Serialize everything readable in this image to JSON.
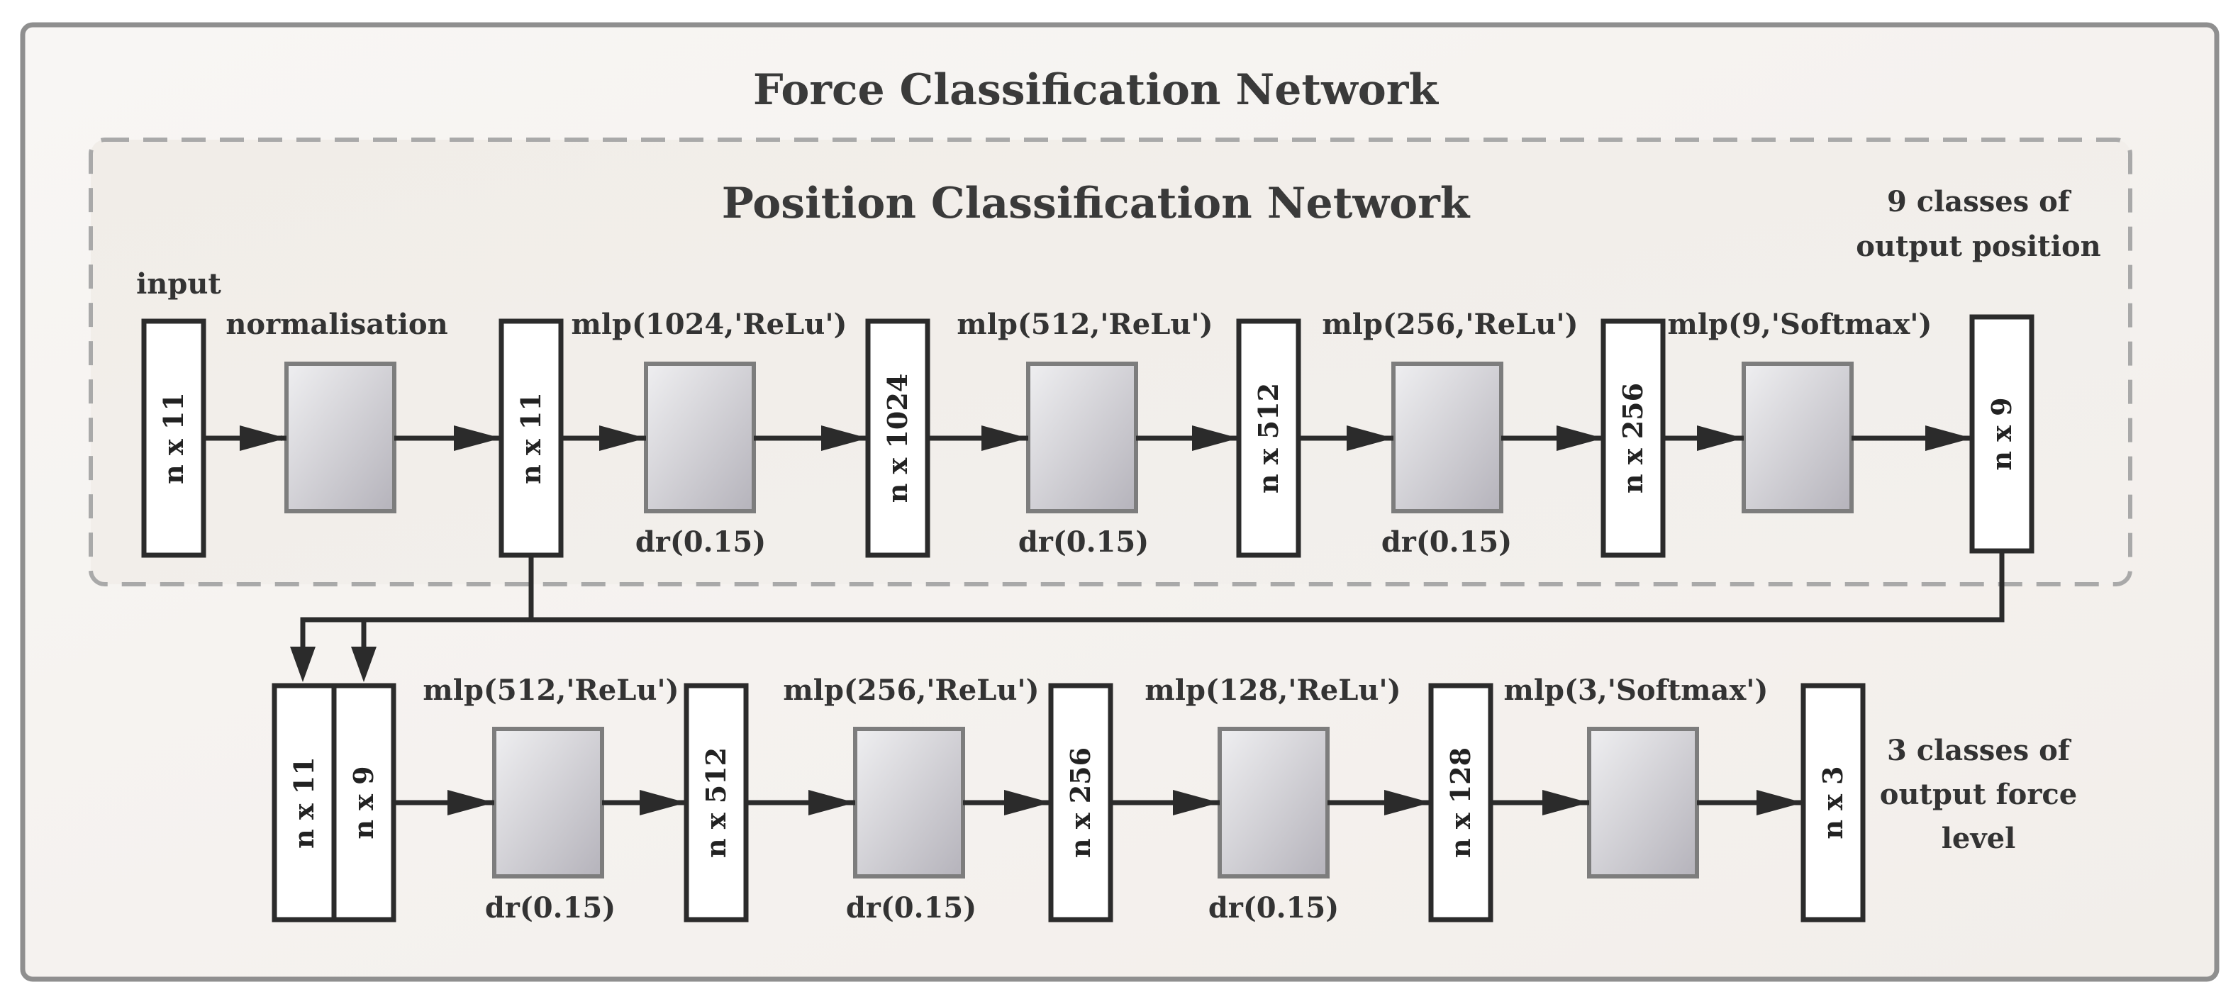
{
  "outer_title": "Force Classification Network",
  "inner_title": "Position Classification Network",
  "position_output_note": [
    "9 classes of",
    "output position"
  ],
  "force_output_note": [
    "3 classes of",
    "output force",
    "level"
  ],
  "input_label": "input",
  "position_network": {
    "tensors": [
      "n x 11",
      "n x 11",
      "n x 1024",
      "n x 512",
      "n x 256",
      "n x 9"
    ],
    "layers": [
      {
        "label": "normalisation",
        "dropout": ""
      },
      {
        "label": "mlp(1024,'ReLu')",
        "dropout": "dr(0.15)"
      },
      {
        "label": "mlp(512,'ReLu')",
        "dropout": "dr(0.15)"
      },
      {
        "label": "mlp(256,'ReLu')",
        "dropout": "dr(0.15)"
      },
      {
        "label": "mlp(9,'Softmax')",
        "dropout": ""
      }
    ]
  },
  "force_network": {
    "tensors": [
      "n x 11",
      "n x 9",
      "n x 512",
      "n x 256",
      "n x 128",
      "n x 3"
    ],
    "layers": [
      {
        "label": "mlp(512,'ReLu')",
        "dropout": "dr(0.15)"
      },
      {
        "label": "mlp(256,'ReLu')",
        "dropout": "dr(0.15)"
      },
      {
        "label": "mlp(128,'ReLu')",
        "dropout": "dr(0.15)"
      },
      {
        "label": "mlp(3,'Softmax')",
        "dropout": ""
      }
    ]
  },
  "colors": {
    "background": "#f4f1ee",
    "frame_border": "#8f8f8f",
    "dashed_border": "#a9a9a9",
    "text": "#333333",
    "layer_fill_top": "#efeff1",
    "layer_fill_bottom": "#b5b3bb",
    "layer_border": "#7d7d7d"
  }
}
